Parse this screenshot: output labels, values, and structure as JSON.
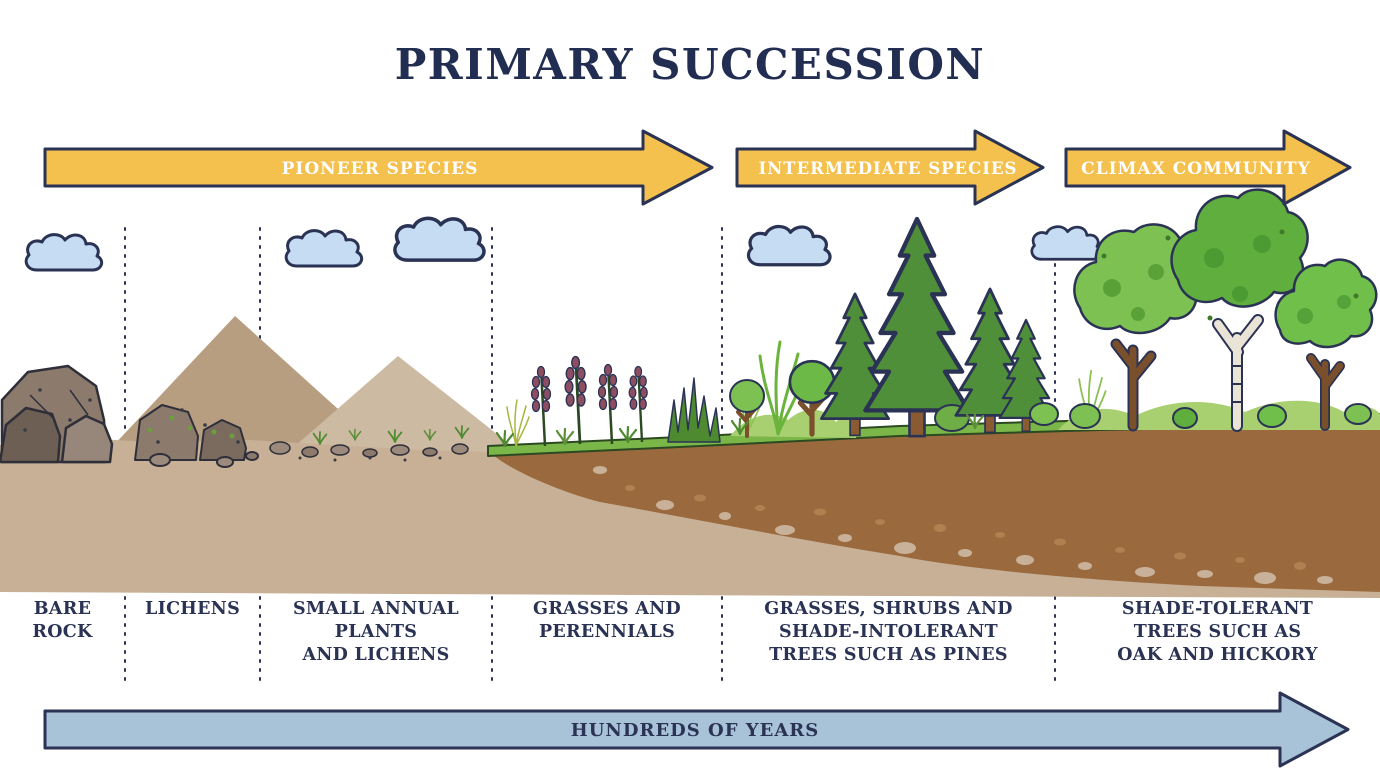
{
  "title": "PRIMARY SUCCESSION",
  "phases": [
    {
      "label": "PIONEER SPECIES"
    },
    {
      "label": "INTERMEDIATE SPECIES"
    },
    {
      "label": "CLIMAX COMMUNITY"
    }
  ],
  "stages": [
    {
      "label": "BARE\nROCK"
    },
    {
      "label": "LICHENS"
    },
    {
      "label": "SMALL ANNUAL\nPLANTS\nAND LICHENS"
    },
    {
      "label": "GRASSES AND\nPERENNIALS"
    },
    {
      "label": "GRASSES, SHRUBS AND\nSHADE-INTOLERANT\nTREES SUCH AS PINES"
    },
    {
      "label": "SHADE-TOLERANT\nTREES SUCH AS\nOAK AND HICKORY"
    }
  ],
  "timeline": {
    "label": "HUNDREDS OF YEARS"
  },
  "colors": {
    "ink": "#2b3355",
    "phase_arrow": "#f4c14f",
    "timeline_arrow": "#a8c2d8",
    "arrow_text": "#ffffff",
    "cloud": "#c6dcf3",
    "ground_tan": "#c7b096",
    "mountain": "#b89e81",
    "mountain_light": "#cdbaa2",
    "soil": "#9a6a3e",
    "grass": "#7ab648",
    "pine_green": "#4f8f39",
    "canopy_green": "#7cc152"
  }
}
